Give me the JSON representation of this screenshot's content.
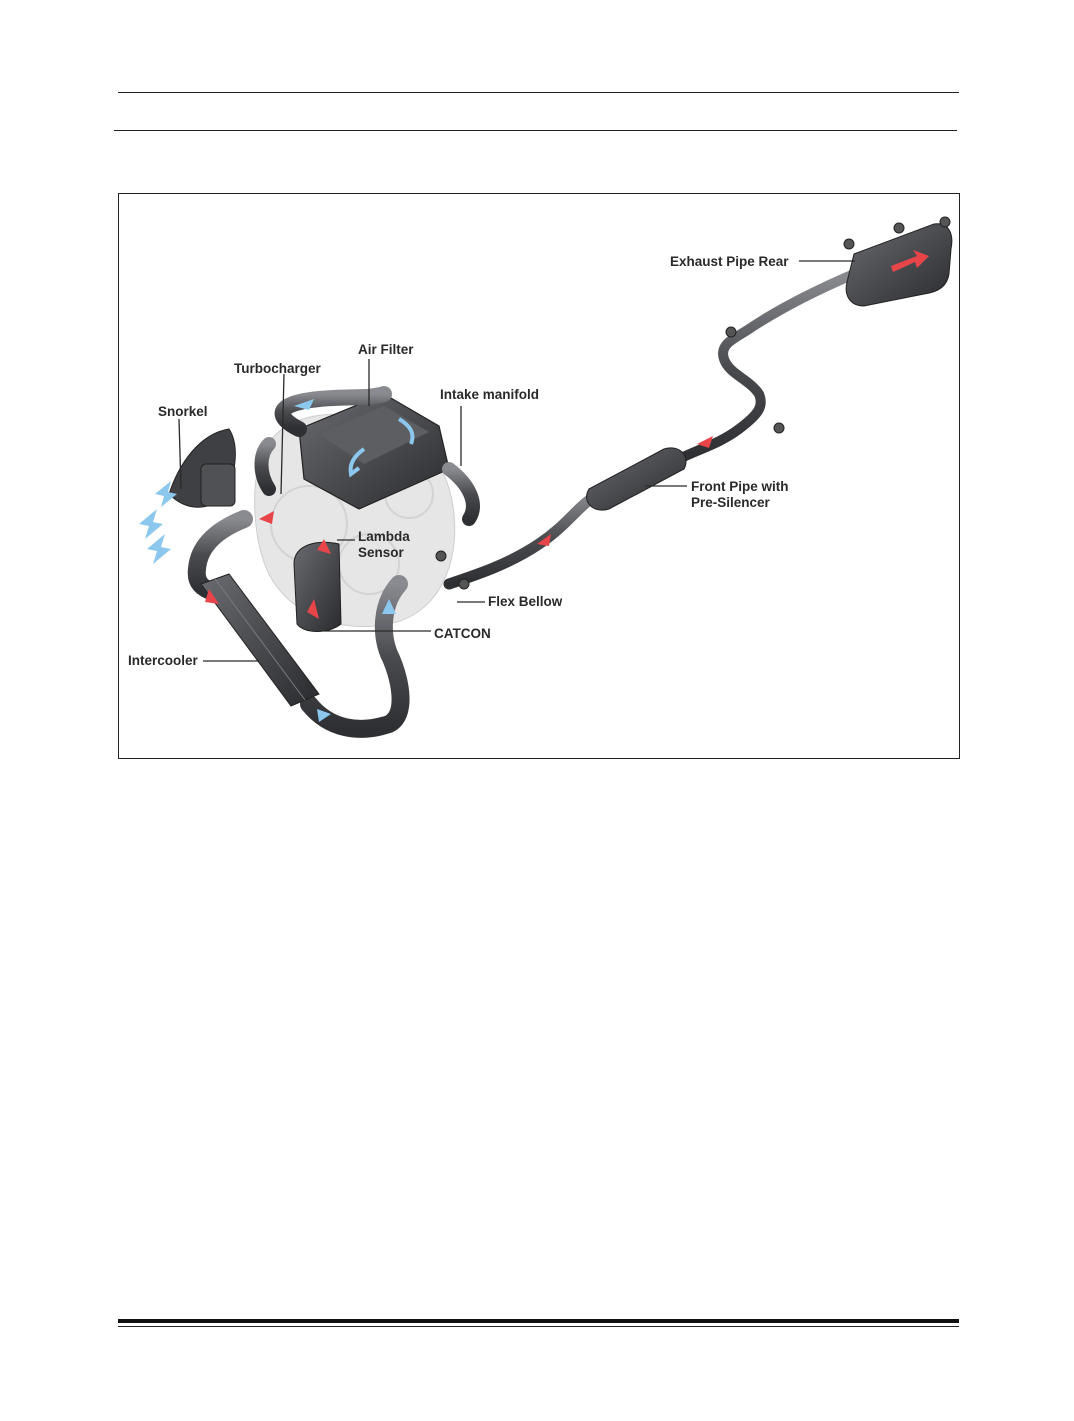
{
  "figure": {
    "labels": {
      "exhaust_pipe_rear": "Exhaust Pipe Rear",
      "air_filter": "Air Filter",
      "turbocharger": "Turbocharger",
      "intake_manifold": "Intake manifold",
      "snorkel": "Snorkel",
      "front_pipe_line1": "Front Pipe with",
      "front_pipe_line2": "Pre-Silencer",
      "lambda_line1": "Lambda",
      "lambda_line2": "Sensor",
      "flex_bellow": "Flex Bellow",
      "catcon": "CATCON",
      "intercooler": "Intercooler"
    },
    "colors": {
      "pipe": "#4a4b4f",
      "pipe_highlight": "#8a8b90",
      "hot_flow": "#e8454a",
      "cold_flow": "#8cc8ee",
      "engine": "#dcdcdc"
    }
  }
}
